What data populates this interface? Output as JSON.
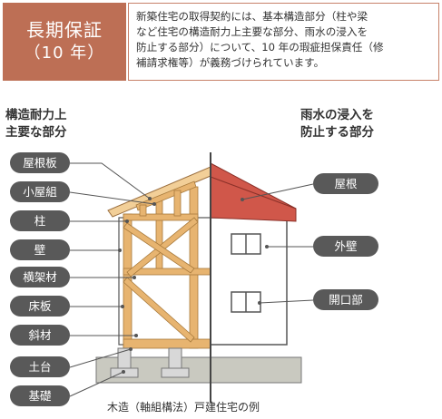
{
  "header": {
    "badge_title": "長期保証",
    "badge_sub": "（10 年）",
    "description_lines": [
      "新築住宅の取得契約には、基本構造部分（柱や梁",
      "など住宅の構造耐力上主要な部分、雨水の浸入を",
      "防止する部分）について、10 年の瑕疵担保責任（修",
      "補請求権等）が義務づけられています。"
    ]
  },
  "left_section": {
    "title_lines": [
      "構造耐力上",
      "主要な部分"
    ],
    "labels": [
      "屋根板",
      "小屋組",
      "柱",
      "壁",
      "横架材",
      "床板",
      "斜材",
      "土台",
      "基礎"
    ]
  },
  "right_section": {
    "title_lines": [
      "雨水の浸入を",
      "防止する部分"
    ],
    "labels": [
      "屋根",
      "外壁",
      "開口部"
    ]
  },
  "caption": "木造（軸組構法）戸建住宅の例",
  "colors": {
    "accent": "#bd6f55",
    "pill": "#595959",
    "timber": "#e7b470",
    "roof_red": "#d0574a"
  }
}
